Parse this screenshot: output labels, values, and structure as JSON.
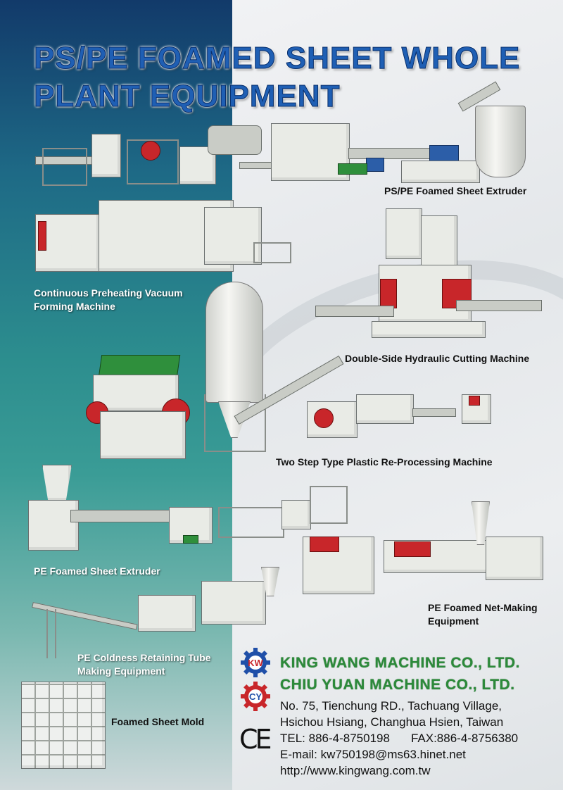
{
  "title": {
    "line1": "PS/PE FOAMED SHEET WHOLE",
    "line2": "PLANT EQUIPMENT"
  },
  "captions": {
    "ps_pe_extruder": "PS/PE Foamed Sheet Extruder",
    "vacuum_line1": "Continuous Preheating Vacuum",
    "vacuum_line2": "Forming Machine",
    "hydraulic_cutting": "Double-Side Hydraulic Cutting Machine",
    "re_processing": "Two Step Type Plastic Re-Processing Machine",
    "pe_extruder": "PE Foamed Sheet Extruder",
    "net_making_line1": "PE Foamed Net-Making",
    "net_making_line2": "Equipment",
    "tube_line1": "PE Coldness Retaining Tube",
    "tube_line2": "Making Equipment",
    "mold": "Foamed Sheet Mold"
  },
  "companies": {
    "kw_logo_text": "KW",
    "cy_logo_text": "CY",
    "company1": "KING WANG MACHINE CO., LTD.",
    "company2": "CHIU YUAN MACHINE CO., LTD."
  },
  "contact": {
    "address1": "No. 75, Tienchung RD., Tachuang Village,",
    "address2": "Hsichou Hsiang, Changhua Hsien, Taiwan",
    "tel": "TEL: 886-4-8750198",
    "fax": "FAX:886-4-8756380",
    "email": "E-mail: kw750198@ms63.hinet.net",
    "web": "http://www.kingwang.com.tw",
    "ce_mark": "CE"
  },
  "colors": {
    "title_blue": "#1f5fb4",
    "company_green": "#2c8a3a",
    "machine_red": "#c8262a"
  },
  "icons": [
    "kw-gear-logo-icon",
    "cy-gear-logo-icon",
    "ce-mark-icon"
  ]
}
